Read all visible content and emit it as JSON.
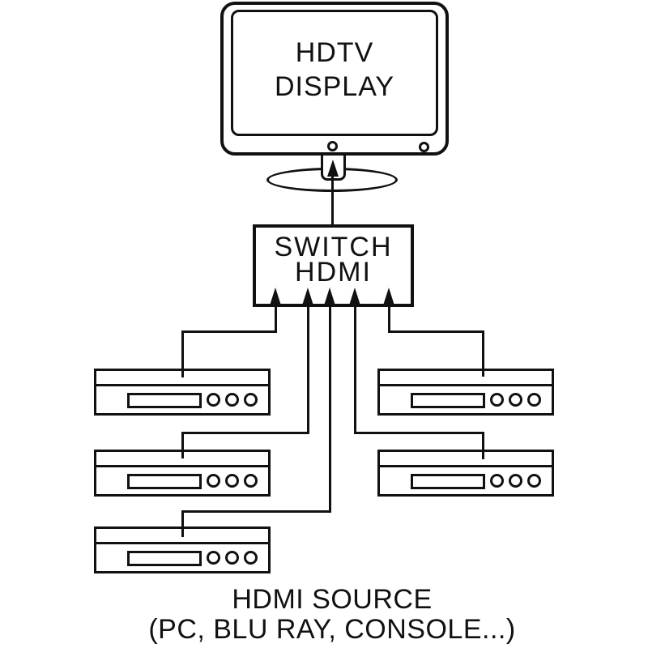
{
  "colors": {
    "ink": "#111111",
    "background": "#ffffff"
  },
  "display": {
    "line1": "HDTV",
    "line2": "DISPLAY"
  },
  "switch": {
    "line1": "SWITCH",
    "line2": "HDMI",
    "input_ports": 5
  },
  "sources": {
    "count": 5,
    "caption_line1": "HDMI SOURCE",
    "caption_line2": "(PC, BLU RAY, CONSOLE...)"
  }
}
